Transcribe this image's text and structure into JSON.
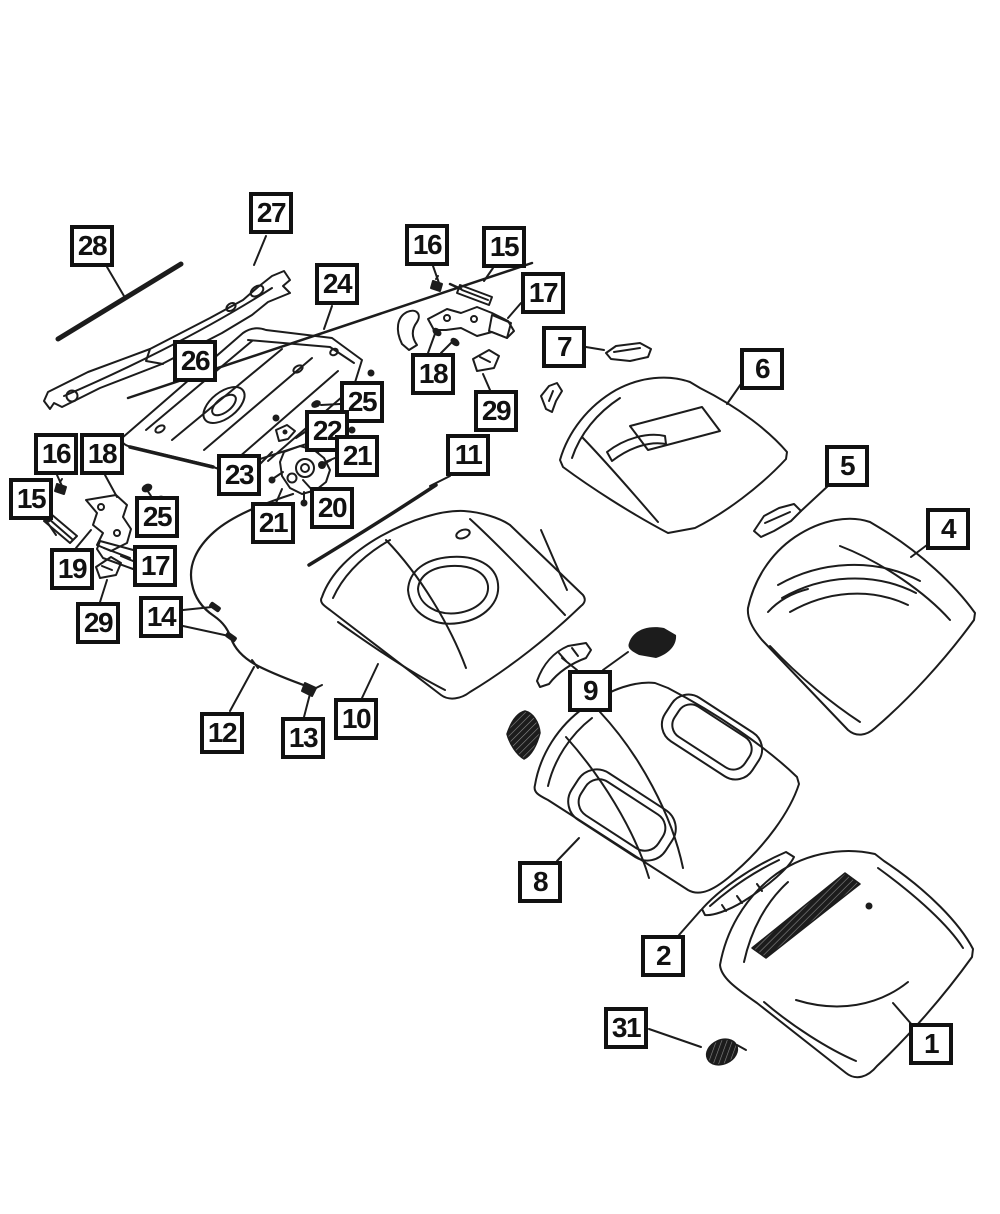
{
  "diagram": {
    "description": "Exploded parts diagram of vehicle hood assembly with numbered callouts",
    "background_color": "#ffffff",
    "line_color": "#1c1c1c",
    "part_numbers": [
      "1",
      "2",
      "4",
      "5",
      "6",
      "7",
      "8",
      "9",
      "10",
      "11",
      "12",
      "13",
      "14",
      "15",
      "16",
      "17",
      "18",
      "19",
      "20",
      "21",
      "22",
      "23",
      "24",
      "25",
      "26",
      "27",
      "28",
      "29",
      "31"
    ],
    "callouts": {
      "c28": {
        "number": "28"
      },
      "c27": {
        "number": "27"
      },
      "c24": {
        "number": "24"
      },
      "c26": {
        "number": "26"
      },
      "c16t": {
        "number": "16"
      },
      "c15t": {
        "number": "15"
      },
      "c17t": {
        "number": "17"
      },
      "c18t": {
        "number": "18"
      },
      "c29t": {
        "number": "29"
      },
      "c7": {
        "number": "7"
      },
      "c6": {
        "number": "6"
      },
      "c5": {
        "number": "5"
      },
      "c4": {
        "number": "4"
      },
      "c11": {
        "number": "11"
      },
      "c25t": {
        "number": "25"
      },
      "c22": {
        "number": "22"
      },
      "c21u": {
        "number": "21"
      },
      "c23": {
        "number": "23"
      },
      "c20": {
        "number": "20"
      },
      "c21l": {
        "number": "21"
      },
      "c16l": {
        "number": "16"
      },
      "c18l": {
        "number": "18"
      },
      "c15l": {
        "number": "15"
      },
      "c25l": {
        "number": "25"
      },
      "c19": {
        "number": "19"
      },
      "c17l": {
        "number": "17"
      },
      "c29l": {
        "number": "29"
      },
      "c14": {
        "number": "14"
      },
      "c12": {
        "number": "12"
      },
      "c13": {
        "number": "13"
      },
      "c10": {
        "number": "10"
      },
      "c9": {
        "number": "9"
      },
      "c8": {
        "number": "8"
      },
      "c2": {
        "number": "2"
      },
      "c31": {
        "number": "31"
      },
      "c1": {
        "number": "1"
      }
    }
  }
}
